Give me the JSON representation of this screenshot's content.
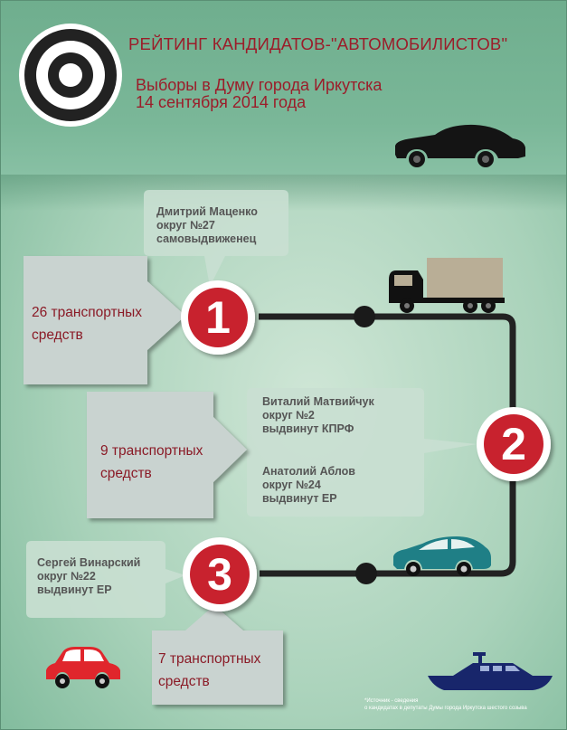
{
  "header": {
    "title": "РЕЙТИНГ КАНДИДАТОВ-\"АВТОМОБИЛИСТОВ\"",
    "subtitle_line1": "Выборы в Думу города Иркутска",
    "subtitle_line2": "14 сентября 2014 года",
    "target_icon": "target-icon",
    "car_icon": "sedan-silhouette-icon"
  },
  "ranks": [
    {
      "number": "1",
      "vehicles_line1": "26 транспортных",
      "vehicles_line2": "средств",
      "candidates": [
        {
          "name": "Дмитрий Маценко",
          "district": "округ №27",
          "nomination": "самовыдвиженец"
        }
      ],
      "icon": "truck-icon"
    },
    {
      "number": "2",
      "vehicles_line1": "9 транспортных",
      "vehicles_line2": "средств",
      "candidates": [
        {
          "name": "Виталий Матвийчук",
          "district": "округ №2",
          "nomination": "выдвинут КПРФ"
        },
        {
          "name": "Анатолий Аблов",
          "district": "округ №24",
          "nomination": "выдвинут ЕР"
        }
      ],
      "icon": "hatchback-car-icon"
    },
    {
      "number": "3",
      "vehicles_line1": "7 транспортных",
      "vehicles_line2": "средств",
      "candidates": [
        {
          "name": "Сергей Винарский",
          "district": "округ №22",
          "nomination": "выдвинут ЕР"
        }
      ],
      "icon": "red-car-icon"
    }
  ],
  "boat_icon": "boat-icon",
  "footnote_line1": "*Источник - сведения",
  "footnote_line2": "о кандидатах в депутаты Думы города Иркутска шестого созыва",
  "colors": {
    "accent_red": "#c8202f",
    "title_red": "#9b1d2a",
    "road": "#222222",
    "bubble": "#c9dfd2",
    "box": "#c9d3d0",
    "car_teal": "#1f7f86",
    "car_red": "#e0262c",
    "boat_navy": "#18266b"
  }
}
